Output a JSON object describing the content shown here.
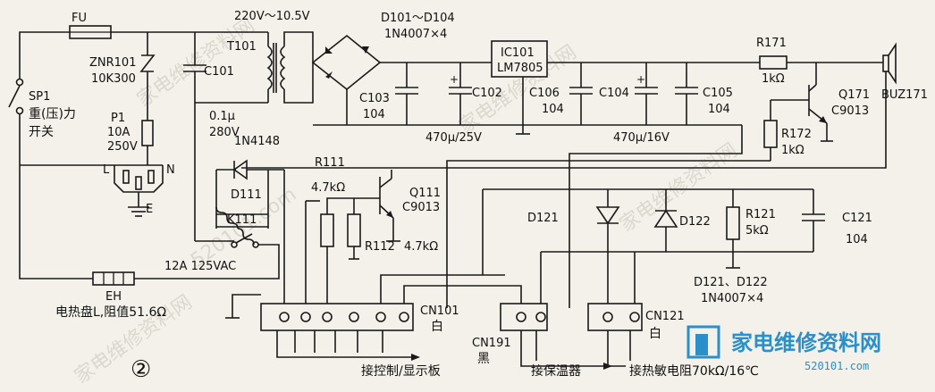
{
  "labels": {
    "fu": "FU",
    "sp1": "SP1",
    "sp1_desc1": "重(压)力",
    "sp1_desc2": "开关",
    "znr": "ZNR101",
    "znr_val": "10K300",
    "p1": "P1",
    "p1_a": "10A",
    "p1_v": "250V",
    "socket_l": "L",
    "socket_n": "N",
    "socket_e": "E",
    "transformer_v": "220V～10.5V",
    "t101": "T101",
    "c101": "C101",
    "c101_v1": "0.1μ",
    "c101_v2": "280V",
    "d101": "D101～D104",
    "d101_v": "1N4007×4",
    "ic101": "IC101",
    "lm7805": "LM7805",
    "c103": "C103",
    "c103_v": "104",
    "c102": "C102",
    "c102_v": "470μ/25V",
    "c106": "C106",
    "c106_v": "104",
    "c104": "C104",
    "c104_v": "470μ/16V",
    "c105": "C105",
    "c105_v": "104",
    "r171": "R171",
    "r171_v": "1kΩ",
    "q171": "Q171",
    "q171_v": "C9013",
    "buz": "BUZ171",
    "r172": "R172",
    "r172_v": "1kΩ",
    "d111_type": "1N4148",
    "d111": "D111",
    "k111": "K111",
    "r111": "R111",
    "r111_v": "4.7kΩ",
    "q111": "Q111",
    "q111_v": "C9013",
    "r112": "R112",
    "r112_v": "4.7kΩ",
    "relay_rating": "12A 125VAC",
    "eh": "EH",
    "eh_desc": "电热盘L,阻值51.6Ω",
    "d121": "D121",
    "d122": "D122",
    "r121": "R121",
    "r121_v": "5kΩ",
    "c121": "C121",
    "c121_v": "104",
    "d121_note": "D121、D122",
    "d121_note_v": "1N4007×4",
    "cn101": "CN101",
    "cn101_color": "白",
    "cn191": "CN191",
    "cn191_color": "黑",
    "cn121": "CN121",
    "cn121_color": "白",
    "to_control": "接控制/显示板",
    "to_keeper": "接保温器",
    "to_thermistor": "接热敏电阻70kΩ/16℃",
    "figure_no": "②"
  },
  "logo": {
    "text": "家电维修资料网",
    "url": "520101.com"
  },
  "icons": [
    "fuse-icon",
    "switch-icon",
    "varistor-icon",
    "socket-icon",
    "ground-icon",
    "transformer-icon",
    "bridge-rectifier-icon",
    "regulator-icon",
    "capacitor-icon",
    "resistor-icon",
    "transistor-icon",
    "buzzer-icon",
    "diode-icon",
    "relay-icon",
    "heater-icon",
    "connector-icon"
  ]
}
